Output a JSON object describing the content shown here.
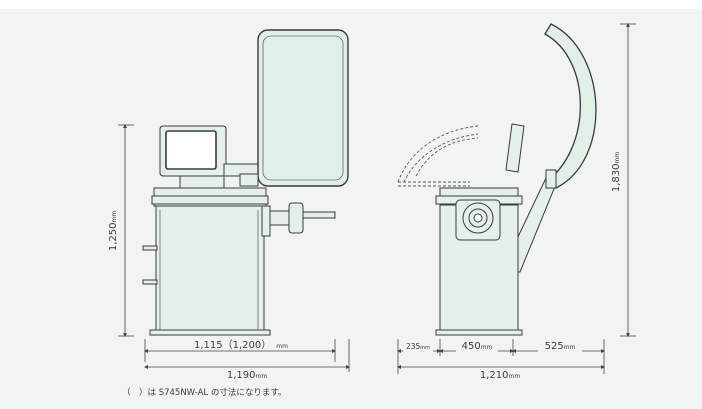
{
  "colors": {
    "background": "#f1f4f2",
    "machine_fill": "#e6f0ea",
    "cover_fill": "#e2efe7",
    "outline": "#3a3a3a",
    "dimension_line": "#444444"
  },
  "dimensions": {
    "front_height": {
      "value": "1,250",
      "unit": "mm"
    },
    "front_depth": {
      "value": "1,115（1,200）",
      "unit": "mm"
    },
    "front_width": {
      "value": "1,190",
      "unit": "mm"
    },
    "side_height": {
      "value": "1,830",
      "unit": "mm"
    },
    "side_seg1": {
      "value": "235",
      "unit": "mm"
    },
    "side_seg2": {
      "value": "450",
      "unit": "mm"
    },
    "side_seg3": {
      "value": "525",
      "unit": "mm"
    },
    "side_width": {
      "value": "1,210",
      "unit": "mm"
    }
  },
  "note": "（　）は S745NW-AL の寸法になります。"
}
